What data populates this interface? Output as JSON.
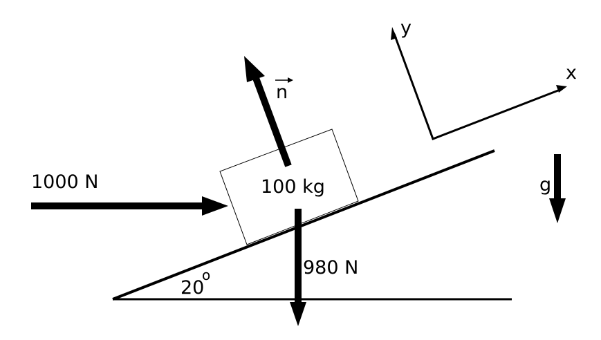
{
  "labels": {
    "applied_force": "1000 N",
    "mass": "100 kg",
    "weight": "980 N",
    "normal_vector": "n",
    "angle_value": "20",
    "angle_degree_mark": "o",
    "gravity": "g",
    "axis_x": "x",
    "axis_y": "y"
  },
  "colors": {
    "ink": "#000000",
    "background": "#ffffff"
  }
}
